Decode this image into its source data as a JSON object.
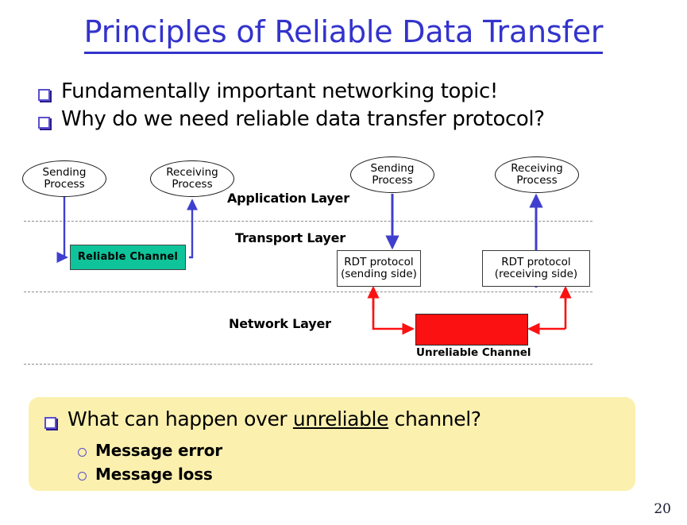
{
  "slide": {
    "title": "Principles of Reliable Data Transfer",
    "title_color": "#3333cc",
    "page_number": "20",
    "background": "#ffffff"
  },
  "bullets": [
    {
      "marker": "square-bullet-icon",
      "text": "Fundamentally important networking topic!"
    },
    {
      "marker": "square-bullet-icon",
      "text": "Why do we need reliable data transfer protocol?"
    }
  ],
  "diagram": {
    "layers": [
      {
        "label": "Application Layer"
      },
      {
        "label": "Transport Layer"
      },
      {
        "label": "Network Layer"
      }
    ],
    "processes": [
      {
        "line1": "Sending",
        "line2": "Process"
      },
      {
        "line1": "Receiving",
        "line2": "Process"
      },
      {
        "line1": "Sending",
        "line2": "Process"
      },
      {
        "line1": "Receiving",
        "line2": "Process"
      }
    ],
    "reliable_channel": {
      "label": "Reliable Channel",
      "color": "#0fc39a"
    },
    "rdt_sending": {
      "line1": "RDT protocol",
      "line2": "(sending side)"
    },
    "rdt_receiving": {
      "line1": "RDT protocol",
      "line2": "(receiving side)"
    },
    "unreliable_channel": {
      "label": "Unreliable Channel",
      "color": "#fb1111"
    },
    "arrow_colors": {
      "blue": "#3f3fcf",
      "red": "#fb1111"
    }
  },
  "callout": {
    "background": "#fbf0ae",
    "question_pre": "What can happen over ",
    "question_underlined": "unreliable",
    "question_post": " channel?",
    "sub_items": [
      {
        "marker": "circle-bullet-icon",
        "text": "Message error"
      },
      {
        "marker": "circle-bullet-icon",
        "text": "Message loss"
      }
    ]
  }
}
